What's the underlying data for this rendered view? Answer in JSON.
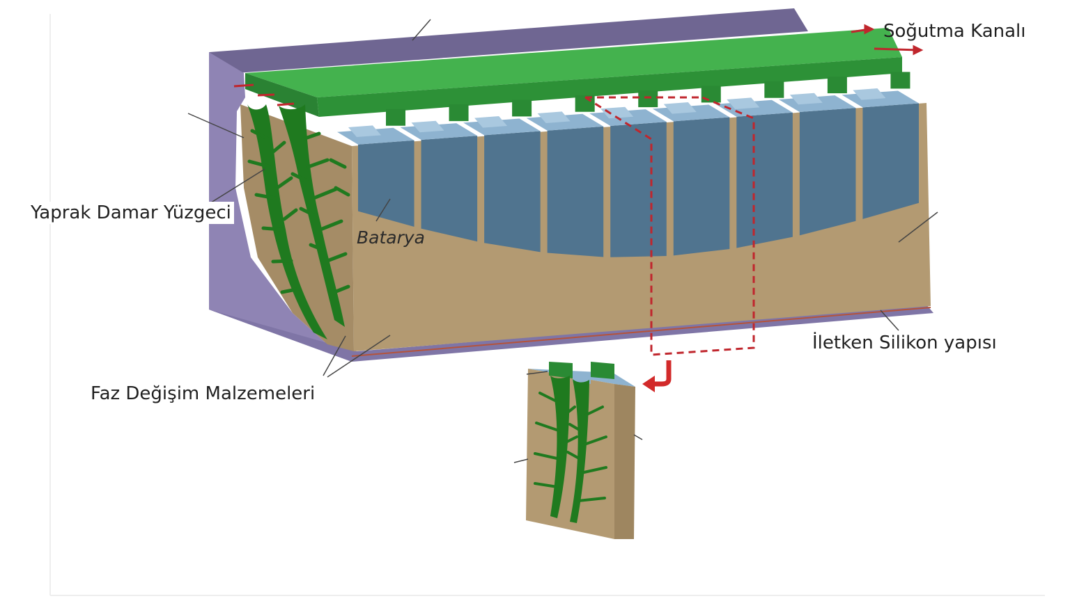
{
  "labels": {
    "cooling_channel": "Soğutma Kanalı",
    "leaf_vein_fin": "Yaprak Damar Yüzgeci",
    "battery": "Batarya",
    "conductive_silicon": "İletken Silikon yapısı",
    "phase_change_materials": "Faz Değişim Malzemeleri"
  },
  "colors": {
    "housing": "#8f84b4",
    "housing_dark": "#6f6692",
    "cooling_plate": "#3fae4a",
    "cooling_plate_dark": "#2a8a34",
    "battery_cell": "#50748f",
    "battery_top": "#8eb3d0",
    "pcm": "#b39a72",
    "fin": "#1f7a1f",
    "callout": "#c0262d",
    "leader": "#444444"
  }
}
